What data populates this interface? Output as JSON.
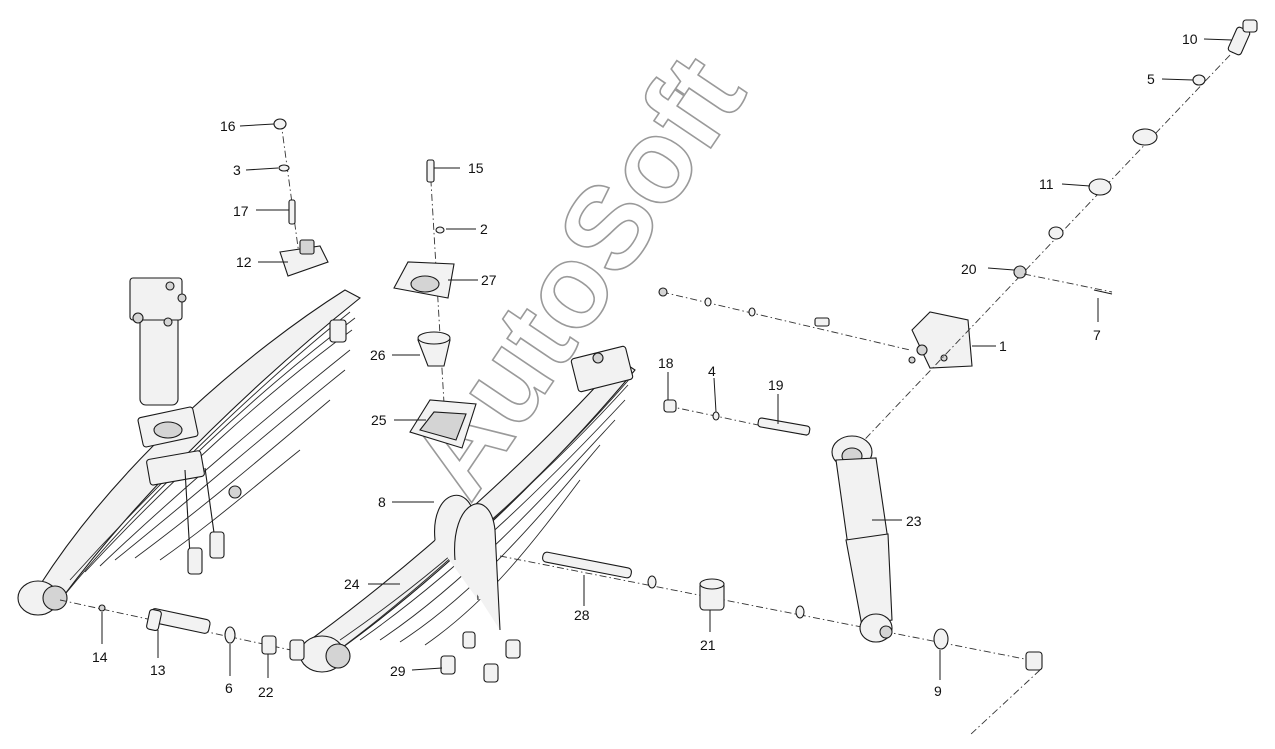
{
  "watermark": "AutoSoft",
  "callouts": {
    "c1": "1",
    "c2": "2",
    "c3": "3",
    "c4": "4",
    "c5": "5",
    "c6": "6",
    "c7": "7",
    "c8": "8",
    "c9": "9",
    "c10": "10",
    "c11": "11",
    "c12": "12",
    "c13": "13",
    "c14": "14",
    "c15": "15",
    "c16": "16",
    "c17": "17",
    "c18": "18",
    "c19": "19",
    "c20": "20",
    "c21": "21",
    "c22": "22",
    "c23": "23",
    "c24": "24",
    "c25": "25",
    "c26": "26",
    "c27": "27",
    "c28": "28",
    "c29": "29"
  }
}
